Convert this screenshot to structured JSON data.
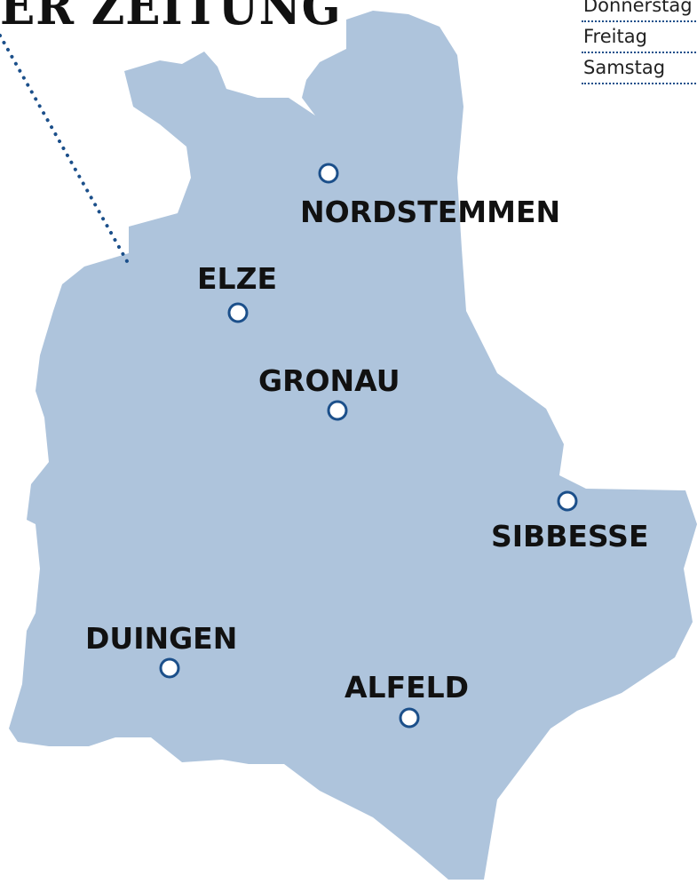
{
  "masthead": {
    "text": "ER ZEITUNG"
  },
  "weekday_list": [
    "Donnerstag",
    "Freitag",
    "Samstag"
  ],
  "map": {
    "region_color": "#aec4dc",
    "marker_color": "#1b4f8a",
    "towns": [
      {
        "name": "NORDSTEMMEN"
      },
      {
        "name": "ELZE"
      },
      {
        "name": "GRONAU"
      },
      {
        "name": "SIBBESSE"
      },
      {
        "name": "DUINGEN"
      },
      {
        "name": "ALFELD"
      }
    ]
  }
}
